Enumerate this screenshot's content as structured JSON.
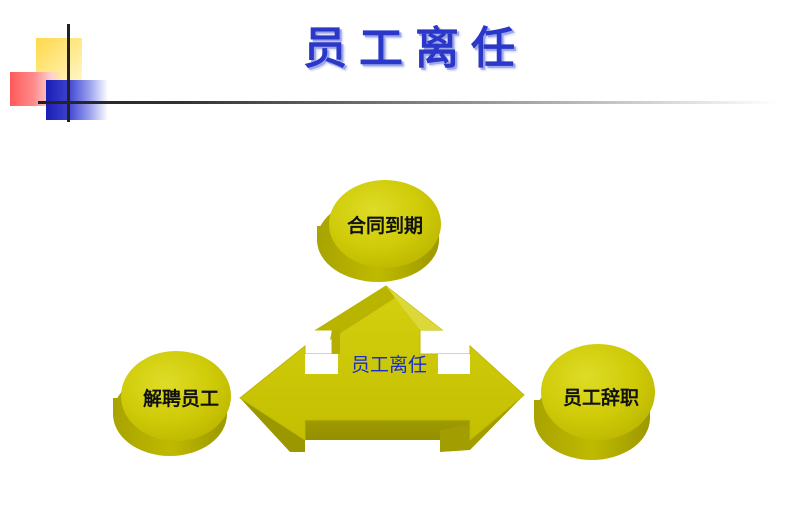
{
  "slide": {
    "title": "员工离任"
  },
  "diagram": {
    "center_label": "员工离任",
    "nodes": {
      "top": "合同到期",
      "left": "解聘员工",
      "right": "员工辞职"
    },
    "colors": {
      "olive_light": "#d6d410",
      "olive": "#c9c300",
      "olive_dark": "#a6a000",
      "olive_shadow": "#8f8b00",
      "title_blue": "#2a37c8",
      "center_text": "#1a2fc8"
    }
  }
}
